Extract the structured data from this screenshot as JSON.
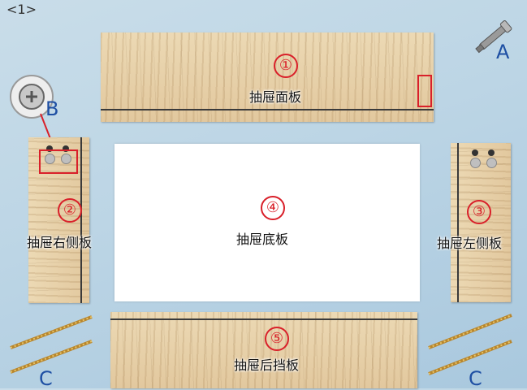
{
  "step_label": "<1>",
  "panels": {
    "front": {
      "number": "①",
      "label": "抽屉面板"
    },
    "right": {
      "number": "②",
      "label": "抽屉右侧板"
    },
    "left": {
      "number": "③",
      "label": "抽屉左侧板"
    },
    "bottom": {
      "number": "④",
      "label": "抽屉底板"
    },
    "back": {
      "number": "⑤",
      "label": "抽屉后挡板"
    }
  },
  "parts": {
    "a": "A",
    "b": "B",
    "c_left": "C",
    "c_right": "C"
  },
  "colors": {
    "callout": "#d9202a",
    "part_letter": "#1e4fa3",
    "background": "#bcd5e5"
  }
}
